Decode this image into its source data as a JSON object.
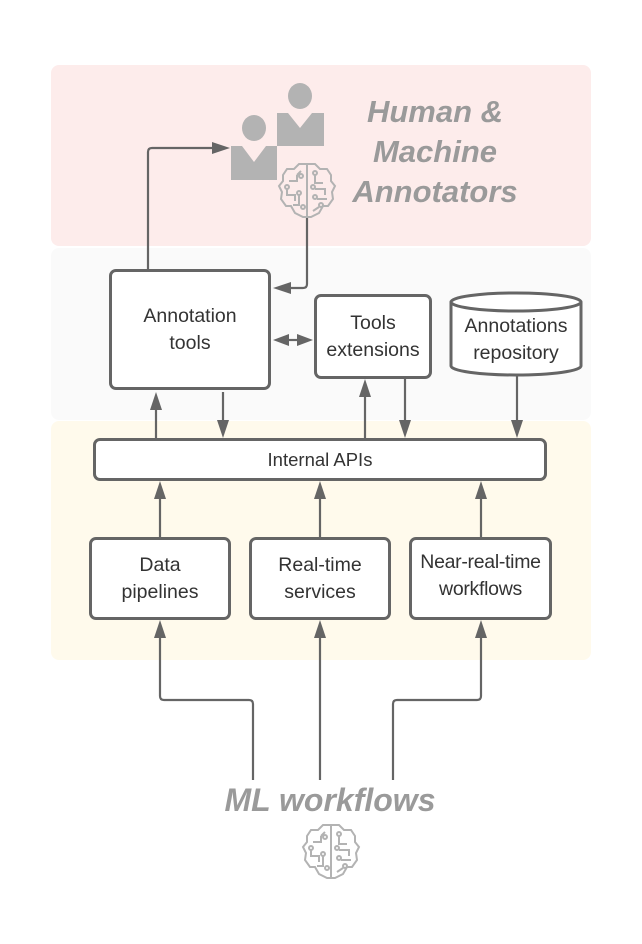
{
  "zones": {
    "annotators": {
      "title_lines": [
        "Human &",
        "Machine",
        "Annotators"
      ],
      "color": "#fdeceb"
    },
    "tools": {
      "color": "#fafafa"
    },
    "apis": {
      "color": "#fffaec"
    }
  },
  "nodes": {
    "annotation_tools": {
      "lines": [
        "Annotation",
        "tools"
      ]
    },
    "tools_extensions": {
      "lines": [
        "Tools",
        "extensions"
      ]
    },
    "annotations_repository": {
      "lines": [
        "Annotations",
        "repository"
      ]
    },
    "internal_apis": {
      "label": "Internal APIs"
    },
    "data_pipelines": {
      "lines": [
        "Data",
        "pipelines"
      ]
    },
    "real_time_services": {
      "lines": [
        "Real-time",
        "services"
      ]
    },
    "near_real_time_workflows": {
      "lines": [
        "Near-real-time",
        "workflows"
      ]
    }
  },
  "ml_workflows": {
    "label": "ML workflows"
  },
  "icons": {
    "annotators_people": "people-icon",
    "annotators_brain": "brain-circuit-icon",
    "ml_brain": "brain-circuit-icon"
  },
  "colors": {
    "stroke": "#656565",
    "muted_text": "#9a9a9a",
    "icon_gray": "#b3b3b3",
    "text": "#333333"
  },
  "edges": [
    {
      "from": "annotation_tools",
      "to": "annotators",
      "type": "arrow"
    },
    {
      "from": "annotators",
      "to": "annotation_tools",
      "type": "arrow"
    },
    {
      "from": "annotation_tools",
      "to": "tools_extensions",
      "type": "bidirectional"
    },
    {
      "from": "internal_apis",
      "to": "annotation_tools",
      "type": "arrow"
    },
    {
      "from": "annotation_tools",
      "to": "internal_apis",
      "type": "arrow"
    },
    {
      "from": "internal_apis",
      "to": "tools_extensions",
      "type": "arrow"
    },
    {
      "from": "tools_extensions",
      "to": "internal_apis",
      "type": "arrow"
    },
    {
      "from": "annotations_repository",
      "to": "internal_apis",
      "type": "arrow"
    },
    {
      "from": "data_pipelines",
      "to": "internal_apis",
      "type": "arrow"
    },
    {
      "from": "real_time_services",
      "to": "internal_apis",
      "type": "arrow"
    },
    {
      "from": "near_real_time_workflows",
      "to": "internal_apis",
      "type": "arrow"
    },
    {
      "from": "ml_workflows",
      "to": "data_pipelines",
      "type": "arrow"
    },
    {
      "from": "ml_workflows",
      "to": "real_time_services",
      "type": "arrow"
    },
    {
      "from": "ml_workflows",
      "to": "near_real_time_workflows",
      "type": "arrow"
    }
  ]
}
